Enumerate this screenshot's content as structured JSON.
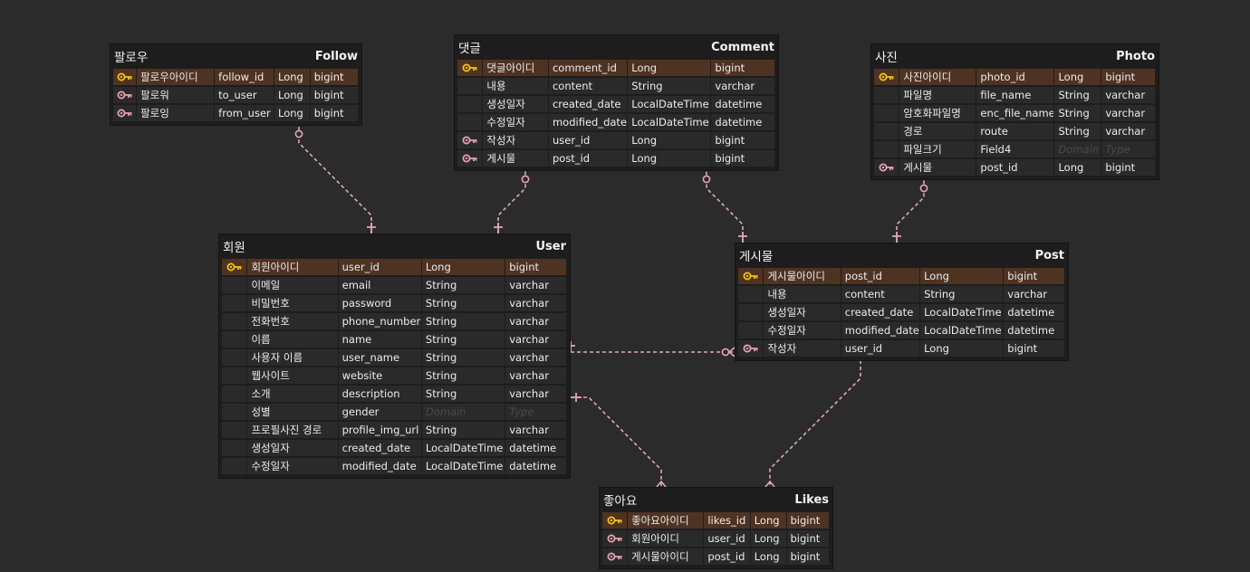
{
  "colors": {
    "background": "#2b2b2b",
    "entity": "#1d1d1d",
    "cell": "#2a2a2a",
    "pk_row": "#4f3322",
    "pk_key": "#f0c419",
    "fk_key": "#e8a0b4",
    "relation": "#e2a7b4"
  },
  "entities": {
    "follow": {
      "logical": "팔로우",
      "physical": "Follow",
      "rows": [
        {
          "key": "pk",
          "logical": "팔로우아이디",
          "column": "follow_id",
          "type": "Long",
          "db": "bigint"
        },
        {
          "key": "fk",
          "logical": "팔로워",
          "column": "to_user",
          "type": "Long",
          "db": "bigint"
        },
        {
          "key": "fk",
          "logical": "팔로잉",
          "column": "from_user",
          "type": "Long",
          "db": "bigint"
        }
      ]
    },
    "comment": {
      "logical": "댓글",
      "physical": "Comment",
      "rows": [
        {
          "key": "pk",
          "logical": "댓글아이디",
          "column": "comment_id",
          "type": "Long",
          "db": "bigint"
        },
        {
          "key": "",
          "logical": "내용",
          "column": "content",
          "type": "String",
          "db": "varchar"
        },
        {
          "key": "",
          "logical": "생성일자",
          "column": "created_date",
          "type": "LocalDateTime",
          "db": "datetime"
        },
        {
          "key": "",
          "logical": "수정일자",
          "column": "modified_date",
          "type": "LocalDateTime",
          "db": "datetime"
        },
        {
          "key": "fk",
          "logical": "작성자",
          "column": "user_id",
          "type": "Long",
          "db": "bigint"
        },
        {
          "key": "fk",
          "logical": "게시물",
          "column": "post_id",
          "type": "Long",
          "db": "bigint"
        }
      ]
    },
    "photo": {
      "logical": "사진",
      "physical": "Photo",
      "rows": [
        {
          "key": "pk",
          "logical": "사진아이디",
          "column": "photo_id",
          "type": "Long",
          "db": "bigint"
        },
        {
          "key": "",
          "logical": "파일명",
          "column": "file_name",
          "type": "String",
          "db": "varchar"
        },
        {
          "key": "",
          "logical": "암호화파일명",
          "column": "enc_file_name",
          "type": "String",
          "db": "varchar"
        },
        {
          "key": "",
          "logical": "경로",
          "column": "route",
          "type": "String",
          "db": "varchar"
        },
        {
          "key": "",
          "logical": "파일크기",
          "column": "Field4",
          "type": "Domain",
          "db": "Type",
          "placeholder": true
        },
        {
          "key": "fk",
          "logical": "게시물",
          "column": "post_id",
          "type": "Long",
          "db": "bigint"
        }
      ]
    },
    "user": {
      "logical": "회원",
      "physical": "User",
      "rows": [
        {
          "key": "pk",
          "logical": "회원아이디",
          "column": "user_id",
          "type": "Long",
          "db": "bigint"
        },
        {
          "key": "",
          "logical": "이메일",
          "column": "email",
          "type": "String",
          "db": "varchar"
        },
        {
          "key": "",
          "logical": "비밀번호",
          "column": "password",
          "type": "String",
          "db": "varchar"
        },
        {
          "key": "",
          "logical": "전화번호",
          "column": "phone_number",
          "type": "String",
          "db": "varchar"
        },
        {
          "key": "",
          "logical": "이름",
          "column": "name",
          "type": "String",
          "db": "varchar"
        },
        {
          "key": "",
          "logical": "사용자 이름",
          "column": "user_name",
          "type": "String",
          "db": "varchar"
        },
        {
          "key": "",
          "logical": "웹사이트",
          "column": "website",
          "type": "String",
          "db": "varchar"
        },
        {
          "key": "",
          "logical": "소개",
          "column": "description",
          "type": "String",
          "db": "varchar"
        },
        {
          "key": "",
          "logical": "성별",
          "column": "gender",
          "type": "Domain",
          "db": "Type",
          "placeholder": true
        },
        {
          "key": "",
          "logical": "프로필사진 경로",
          "column": "profile_img_url",
          "type": "String",
          "db": "varchar"
        },
        {
          "key": "",
          "logical": "생성일자",
          "column": "created_date",
          "type": "LocalDateTime",
          "db": "datetime"
        },
        {
          "key": "",
          "logical": "수정일자",
          "column": "modified_date",
          "type": "LocalDateTime",
          "db": "datetime"
        }
      ]
    },
    "post": {
      "logical": "게시물",
      "physical": "Post",
      "rows": [
        {
          "key": "pk",
          "logical": "게시물아이디",
          "column": "post_id",
          "type": "Long",
          "db": "bigint"
        },
        {
          "key": "",
          "logical": "내용",
          "column": "content",
          "type": "String",
          "db": "varchar"
        },
        {
          "key": "",
          "logical": "생성일자",
          "column": "created_date",
          "type": "LocalDateTime",
          "db": "datetime"
        },
        {
          "key": "",
          "logical": "수정일자",
          "column": "modified_date",
          "type": "LocalDateTime",
          "db": "datetime"
        },
        {
          "key": "fk",
          "logical": "작성자",
          "column": "user_id",
          "type": "Long",
          "db": "bigint"
        }
      ]
    },
    "likes": {
      "logical": "좋아요",
      "physical": "Likes",
      "rows": [
        {
          "key": "pk",
          "logical": "좋아요아이디",
          "column": "likes_id",
          "type": "Long",
          "db": "bigint"
        },
        {
          "key": "fk",
          "logical": "회원아이디",
          "column": "user_id",
          "type": "Long",
          "db": "bigint"
        },
        {
          "key": "fk",
          "logical": "게시물아이디",
          "column": "post_id",
          "type": "Long",
          "db": "bigint"
        }
      ]
    }
  },
  "relationships": [
    {
      "name": "user-follow",
      "from": "user",
      "to": "follow"
    },
    {
      "name": "user-comment",
      "from": "user",
      "to": "comment"
    },
    {
      "name": "post-comment",
      "from": "post",
      "to": "comment"
    },
    {
      "name": "post-photo",
      "from": "post",
      "to": "photo"
    },
    {
      "name": "user-post",
      "from": "user",
      "to": "post"
    },
    {
      "name": "user-likes",
      "from": "user",
      "to": "likes"
    },
    {
      "name": "post-likes",
      "from": "post",
      "to": "likes"
    }
  ]
}
